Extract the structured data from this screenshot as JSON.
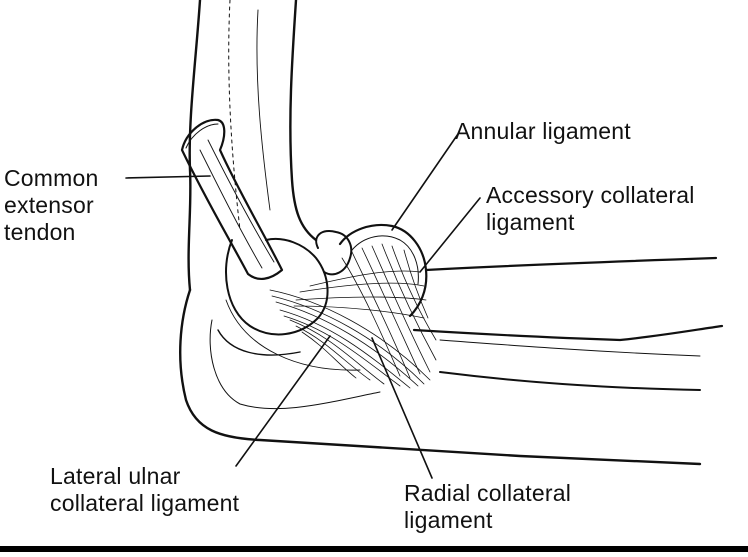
{
  "labels": {
    "common_extensor": [
      "Common",
      "extensor",
      "tendon"
    ],
    "annular": [
      "Annular ligament"
    ],
    "accessory_collateral": [
      "Accessory collateral",
      "ligament"
    ],
    "lateral_ulnar_collateral": [
      "Lateral ulnar",
      "collateral ligament"
    ],
    "radial_collateral": [
      "Radial collateral",
      "ligament"
    ]
  }
}
